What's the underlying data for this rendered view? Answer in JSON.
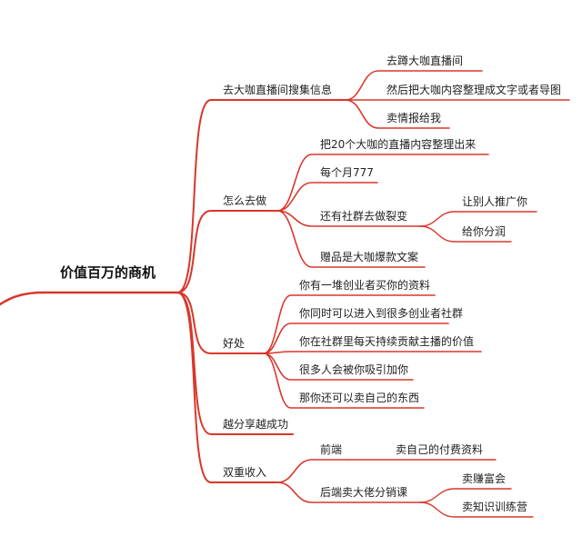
{
  "mindmap": {
    "root": "价值百万的商机",
    "accent_color": "#d9362b",
    "nodes": {
      "b1": "去大咖直播间搜集信息",
      "b1_1": "去蹲大咖直播间",
      "b1_2": "然后把大咖内容整理成文字或者导图",
      "b1_3": "卖情报给我",
      "b2": "怎么去做",
      "b2_1": "把20个大咖的直播内容整理出来",
      "b2_2": "每个月777",
      "b2_3": "还有社群去做裂变",
      "b2_3_1": "让别人推广你",
      "b2_3_2": "给你分润",
      "b2_4": "赠品是大咖爆款文案",
      "b3": "好处",
      "b3_1": "你有一堆创业者买你的资料",
      "b3_2": "你同时可以进入到很多创业者社群",
      "b3_3": "你在社群里每天持续贡献主播的价值",
      "b3_4": "很多人会被你吸引加你",
      "b3_5": "那你还可以卖自己的东西",
      "b4": "越分享越成功",
      "b5": "双重收入",
      "b5_1": "前端",
      "b5_1_1": "卖自己的付费资料",
      "b5_2": "后端卖大佬分销课",
      "b5_2_1": "卖赚富会",
      "b5_2_2": "卖知识训练营"
    }
  }
}
